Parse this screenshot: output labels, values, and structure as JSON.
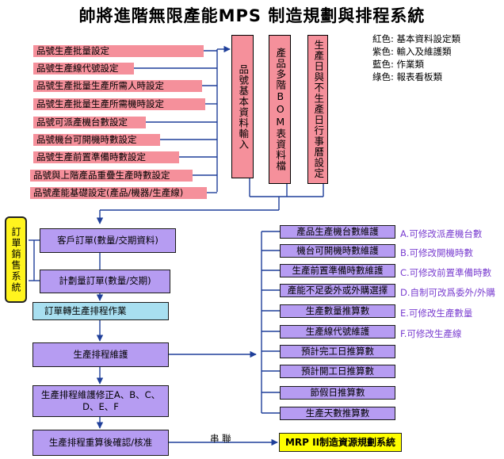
{
  "title": "帥將進階無限產能MPS 制造規劃與排程系統",
  "legend": [
    "紅色: 基本資料設定類",
    "紫色: 輸入及維護類",
    "藍色: 作業類",
    "綠色: 報表看板類"
  ],
  "settings": [
    "品號生產批量設定",
    "品號生產線代號設定",
    "品號生產批量生產所需人時設定",
    "品號生產批量生產所需機時設定",
    "品號可派產機台數設定",
    "品號機台可開機時數設定",
    "品號生產前置準備時數設定",
    "品號與上階產品重疊生產時數設定",
    "品號產能基礎設定(產品/機器/生產線)"
  ],
  "vertical_boxes": [
    "品號基本資料輸入",
    "產品多階BOM表資料檔",
    "生產日與不生產日行事曆設定"
  ],
  "order_system": "訂單銷售系統",
  "orders": [
    "客戶訂單(數量/交期資料)",
    "計劃量訂單(數量/交期)"
  ],
  "flow": {
    "convert": "訂單轉生產排程作業",
    "maintain": "生產排程維護",
    "correct": "生產排程維護修正A、B、C、D、E、F",
    "recalc": "生產排程重算後確認/核准"
  },
  "right_items": [
    "產品生產機台數維護",
    "機台可開機時數維護",
    "生產前置準備時數維護",
    "產能不足委外或外購選擇",
    "生產數量推算數",
    "生產線代號維護",
    "預計完工日推算數",
    "預計開工日推算數",
    "節假日推算數",
    "生產天數推算數"
  ],
  "notes": [
    "A.可修改派產機台數",
    "B.可修改開機時數",
    "C.可修改前置準備時數",
    "D.自制可改爲委外/外購",
    "E.可修改生產數量",
    "F.可修改生產線"
  ],
  "serial_label": "串 聯",
  "mrp": "MRP II制造資源規劃系統",
  "colors": {
    "pink": "#f5909b",
    "purple": "#b69cf2",
    "lightblue": "#a8dff0",
    "yellow": "#fff41e",
    "line": "#1f3f9a",
    "note": "#7b3fd0",
    "underline": "#e00000"
  }
}
